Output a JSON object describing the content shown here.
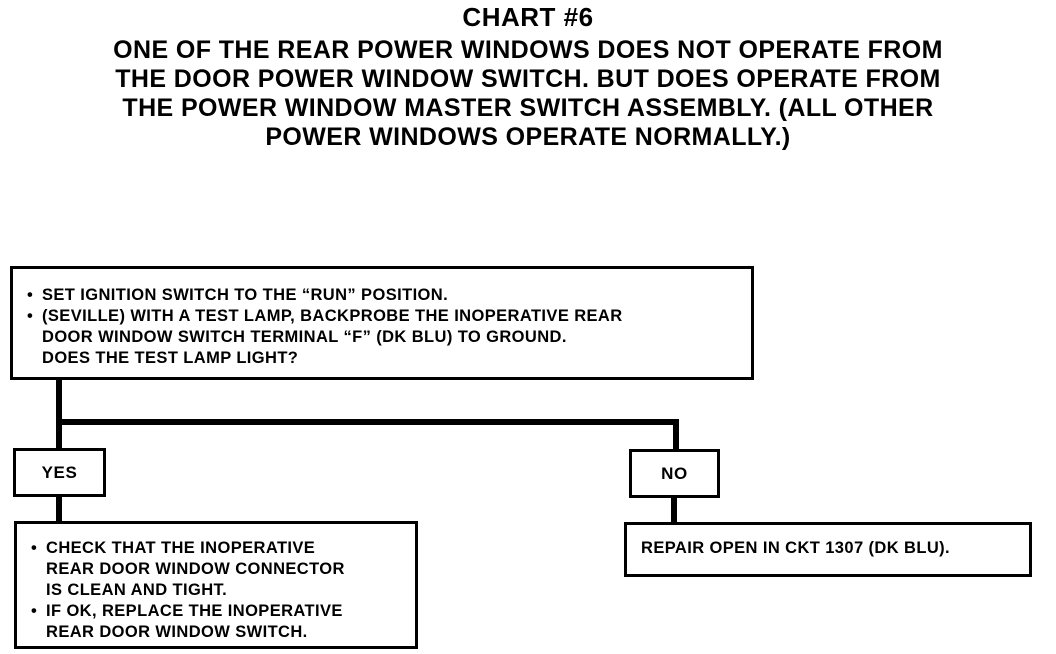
{
  "title": "CHART #6",
  "heading_lines": [
    "ONE OF THE REAR POWER WINDOWS DOES NOT OPERATE FROM",
    "THE DOOR POWER WINDOW SWITCH. BUT DOES OPERATE FROM",
    "THE POWER WINDOW MASTER SWITCH ASSEMBLY. (ALL OTHER",
    "POWER WINDOWS OPERATE NORMALLY.)"
  ],
  "start_box": {
    "step1": "SET IGNITION SWITCH TO THE “RUN” POSITION.",
    "step2_line1": "(SEVILLE) WITH A TEST LAMP, BACKPROBE THE INOPERATIVE REAR",
    "step2_line2": "DOOR WINDOW SWITCH TERMINAL “F” (DK BLU) TO GROUND.",
    "question": "DOES THE TEST LAMP LIGHT?"
  },
  "yes_label": "YES",
  "no_label": "NO",
  "yes_action": {
    "step1_line1": "CHECK THAT THE INOPERATIVE",
    "step1_line2": "REAR DOOR WINDOW CONNECTOR",
    "step1_line3": "IS CLEAN AND TIGHT.",
    "step2_line1": "IF OK, REPLACE THE INOPERATIVE",
    "step2_line2": "REAR DOOR WINDOW SWITCH."
  },
  "no_action": "REPAIR OPEN IN CKT 1307 (DK BLU)."
}
